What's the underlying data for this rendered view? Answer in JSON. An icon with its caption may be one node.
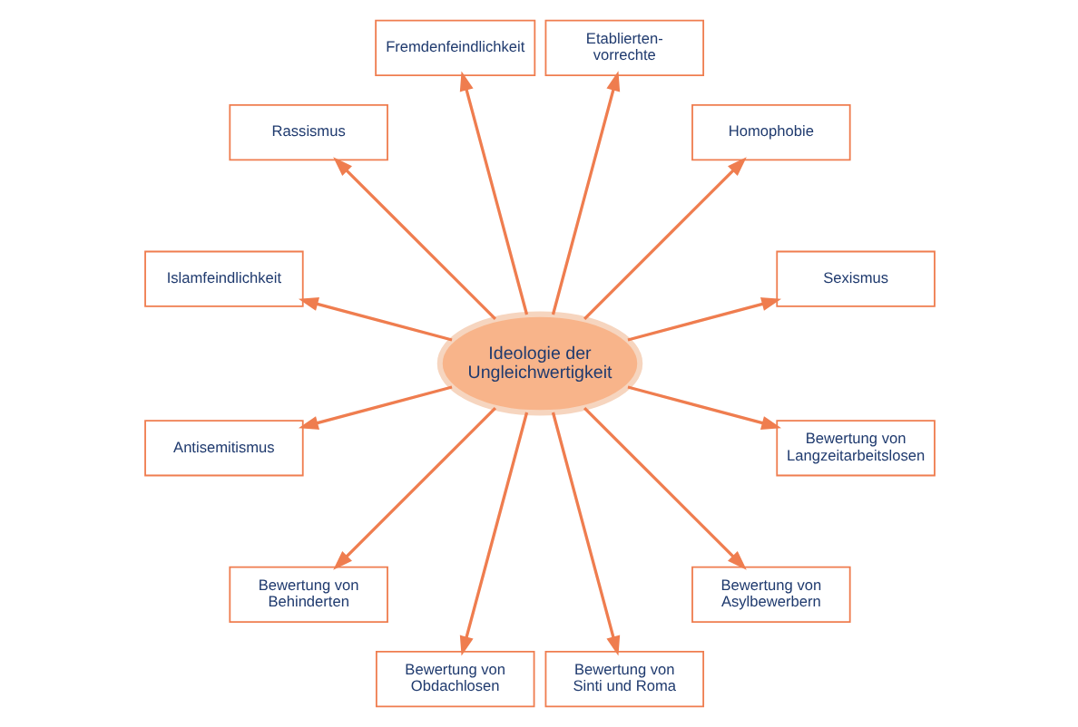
{
  "diagram": {
    "nodes": [
      {
        "text": [
          "Ideologie der Ungleichwertigkeit"
        ]
      },
      {
        "text": [
          "Sexismus"
        ]
      },
      {
        "text": [
          "Homophobie"
        ]
      },
      {
        "text": [
          "Bewertung von Langzeitarbeitslosen"
        ]
      },
      {
        "text": [
          "Etablierten- vorrechte"
        ]
      },
      {
        "text": [
          "Bewertung von Asylbewerbern"
        ]
      },
      {
        "text": [
          "Fremdenfeindlichkeit"
        ]
      },
      {
        "text": [
          "Bewertung von Sinti und Roma"
        ]
      },
      {
        "text": [
          "Rassismus"
        ]
      },
      {
        "text": [
          "Bewertung von Obdachlosen"
        ]
      },
      {
        "text": [
          "Islamfeindlichkeit"
        ]
      },
      {
        "text": [
          "Bewertung von Behinderten"
        ]
      },
      {
        "text": [
          "Antisemitismus"
        ]
      }
    ],
    "edges": [
      {
        "from": 0,
        "to": 1,
        "arrow": "to"
      },
      {
        "from": 0,
        "to": 2,
        "arrow": "to"
      },
      {
        "from": 0,
        "to": 3,
        "arrow": "to"
      },
      {
        "from": 0,
        "to": 4,
        "arrow": "to"
      },
      {
        "from": 0,
        "to": 5,
        "arrow": "to"
      },
      {
        "from": 0,
        "to": 6,
        "arrow": "to"
      },
      {
        "from": 0,
        "to": 7,
        "arrow": "to"
      },
      {
        "from": 0,
        "to": 8,
        "arrow": "to"
      },
      {
        "from": 0,
        "to": 9,
        "arrow": "to"
      },
      {
        "from": 0,
        "to": 10,
        "arrow": "to"
      },
      {
        "from": 0,
        "to": 11,
        "arrow": "to"
      },
      {
        "from": 0,
        "to": 12,
        "arrow": "to"
      }
    ]
  }
}
